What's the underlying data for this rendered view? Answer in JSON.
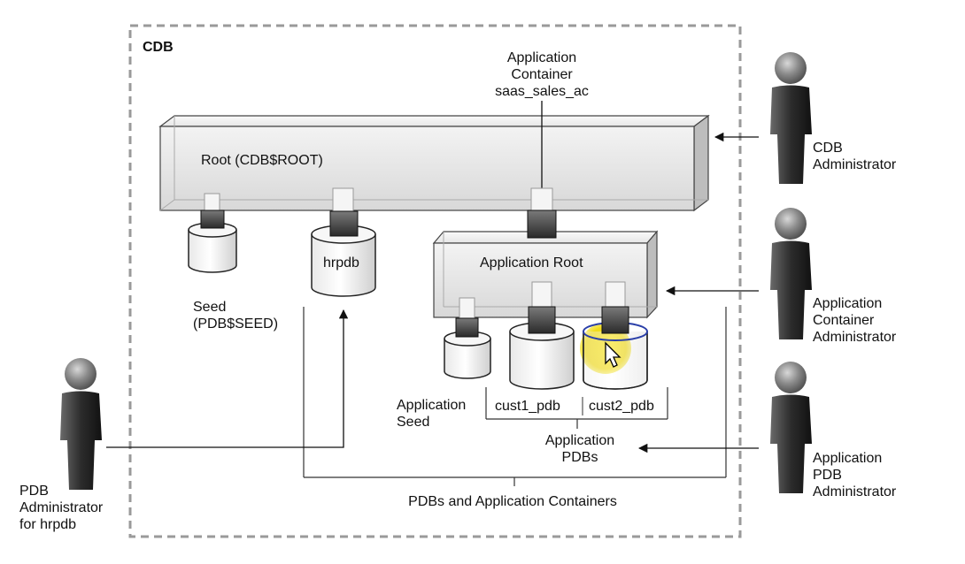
{
  "cdb_label": "CDB",
  "root": {
    "label": "Root (CDB$ROOT)"
  },
  "app_container": {
    "line1": "Application",
    "line2": "Container",
    "line3": "saas_sales_ac"
  },
  "app_root": {
    "label": "Application Root"
  },
  "seed": {
    "line1": "Seed",
    "line2": "(PDB$SEED)"
  },
  "hrpdb": {
    "label": "hrpdb"
  },
  "app_seed": {
    "line1": "Application",
    "line2": "Seed"
  },
  "cust1": {
    "label": "cust1_pdb"
  },
  "cust2": {
    "label": "cust2_pdb"
  },
  "app_pdbs": {
    "line1": "Application",
    "line2": "PDBs"
  },
  "pdbs_and_app": {
    "label": "PDBs and Application Containers"
  },
  "actors": {
    "cdb_admin": {
      "line1": "CDB",
      "line2": "Administrator"
    },
    "app_container_admin": {
      "line1": "Application",
      "line2": "Container",
      "line3": "Administrator"
    },
    "app_pdb_admin": {
      "line1": "Application",
      "line2": "PDB",
      "line3": "Administrator"
    },
    "pdb_admin": {
      "line1": "PDB",
      "line2": "Administrator",
      "line3": "for hrpdb"
    }
  },
  "colors": {
    "box_edge": "#444444",
    "dash": "#9a9a9a",
    "highlight": "#f2e21a",
    "person": "#3a3a3a"
  }
}
